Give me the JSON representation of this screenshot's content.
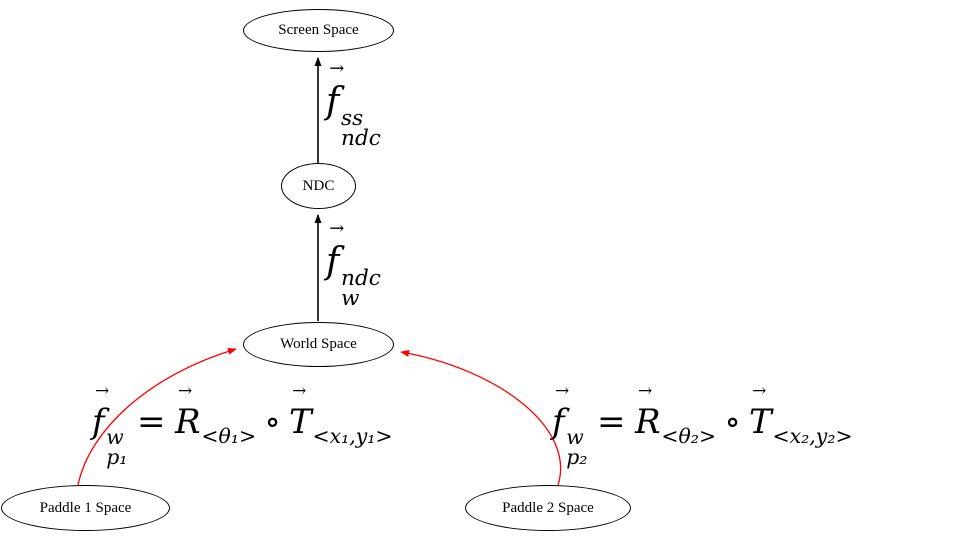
{
  "nodes": {
    "screen_space": "Screen Space",
    "ndc": "NDC",
    "world_space": "World Space",
    "paddle1": "Paddle 1 Space",
    "paddle2": "Paddle 2 Space"
  },
  "math": {
    "vec_arrow": "→",
    "f_ndc_to_ss": {
      "base": "f",
      "sup": "ss",
      "sub": "ndc"
    },
    "f_w_to_ndc": {
      "base": "f",
      "sup": "ndc",
      "sub": "w"
    },
    "eq1": {
      "f_base": "f",
      "f_sup": "w",
      "f_sub": "p₁",
      "equals": "=",
      "r_base": "R",
      "r_sub": "<θ₁>",
      "ring": "∘",
      "t_base": "T",
      "t_sub": "<x₁,y₁>"
    },
    "eq2": {
      "f_base": "f",
      "f_sup": "w",
      "f_sub": "p₂",
      "equals": "=",
      "r_base": "R",
      "r_sub": "<θ₂>",
      "ring": "∘",
      "t_base": "T",
      "t_sub": "<x₂,y₂>"
    }
  },
  "colors": {
    "background": "#ffffff",
    "node_border": "#000000",
    "arrow_black": "#000000",
    "arrow_red": "#ff0000"
  }
}
